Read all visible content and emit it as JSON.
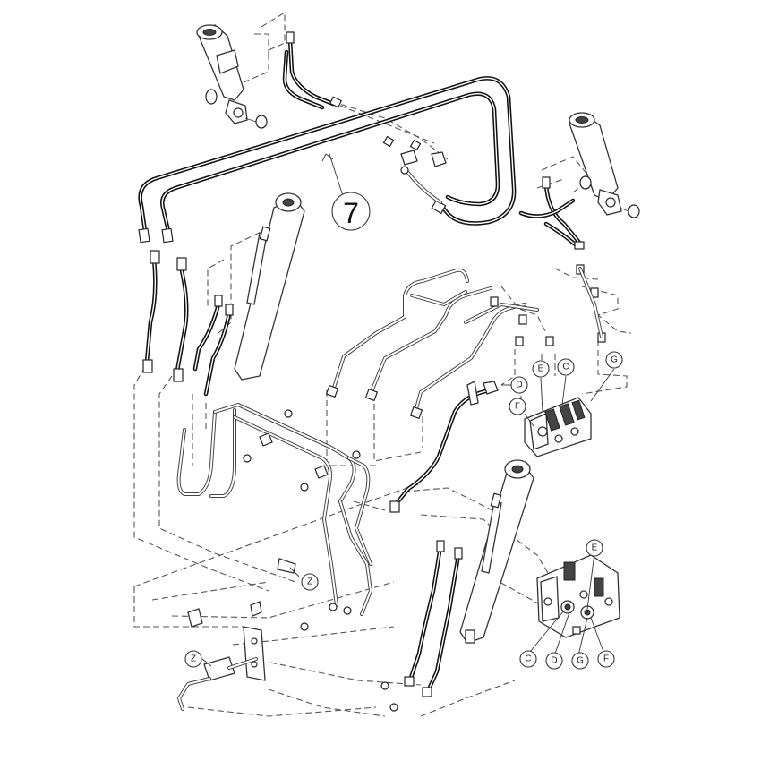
{
  "item_number": "7",
  "callouts": {
    "upper": [
      "D",
      "E",
      "C",
      "G",
      "F"
    ],
    "z_labels": [
      "Z",
      "Z"
    ],
    "lower": [
      "E",
      "C",
      "D",
      "G",
      "F"
    ]
  },
  "colors": {
    "line": "#111111",
    "background": "#ffffff"
  }
}
